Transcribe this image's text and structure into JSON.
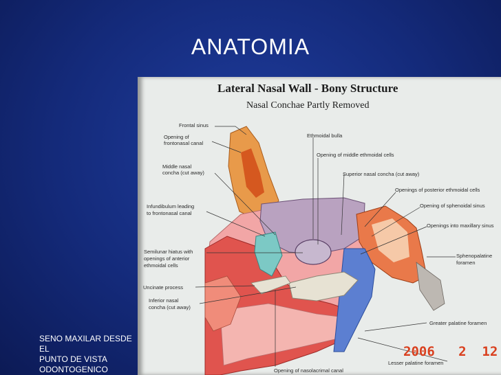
{
  "slide": {
    "title": "ANATOMIA",
    "caption_lines": [
      "SENO MAXILAR DESDE EL",
      "PUNTO DE VISTA",
      "ODONTOGENICO"
    ]
  },
  "figure": {
    "heading": "Lateral Nasal Wall - Bony Structure",
    "subheading": "Nasal Conchae Partly Removed",
    "labels": {
      "frontal_sinus": "Frontal sinus",
      "opening_frontonasal_1": "Opening of",
      "opening_frontonasal_2": "frontonasal canal",
      "middle_concha_1": "Middle nasal",
      "middle_concha_2": "concha (cut away)",
      "infundibulum_1": "Infundibulum leading",
      "infundibulum_2": "to frontonasal canal",
      "semilunar_1": "Semilunar hiatus with",
      "semilunar_2": "openings of anterior",
      "semilunar_3": "ethmoidal cells",
      "uncinate": "Uncinate process",
      "inferior_concha_1": "Inferior nasal",
      "inferior_concha_2": "concha (cut away)",
      "ethmoidal_bulla": "Ethmoidal bulla",
      "middle_ethmoidal": "Opening of middle ethmoidal cells",
      "superior_concha": "Superior nasal concha (cut away)",
      "posterior_ethmoidal": "Openings of posterior ethmoidal cells",
      "sphenoidal_sinus": "Opening of sphenoidal sinus",
      "maxillary_sinus": "Openings into maxillary sinus",
      "sphenopalatine_1": "Sphenopalatine",
      "sphenopalatine_2": "foramen",
      "greater_palatine": "Greater palatine foramen",
      "lesser_palatine": "Lesser palatine foramen",
      "nasolacrimal": "Opening of nasolacrimal canal"
    },
    "date_stamp": "2006   2  12",
    "colors": {
      "frontal_bone": "#e89a4a",
      "nasal_septum": "#f2a6a6",
      "maxilla_red": "#e0544e",
      "ethmoid": "#b9a2c0",
      "sphenoid": "#e9794a",
      "palatine": "#5c7fd1",
      "lacrimal": "#7cc9c5",
      "concha": "#e7e2d3"
    }
  }
}
